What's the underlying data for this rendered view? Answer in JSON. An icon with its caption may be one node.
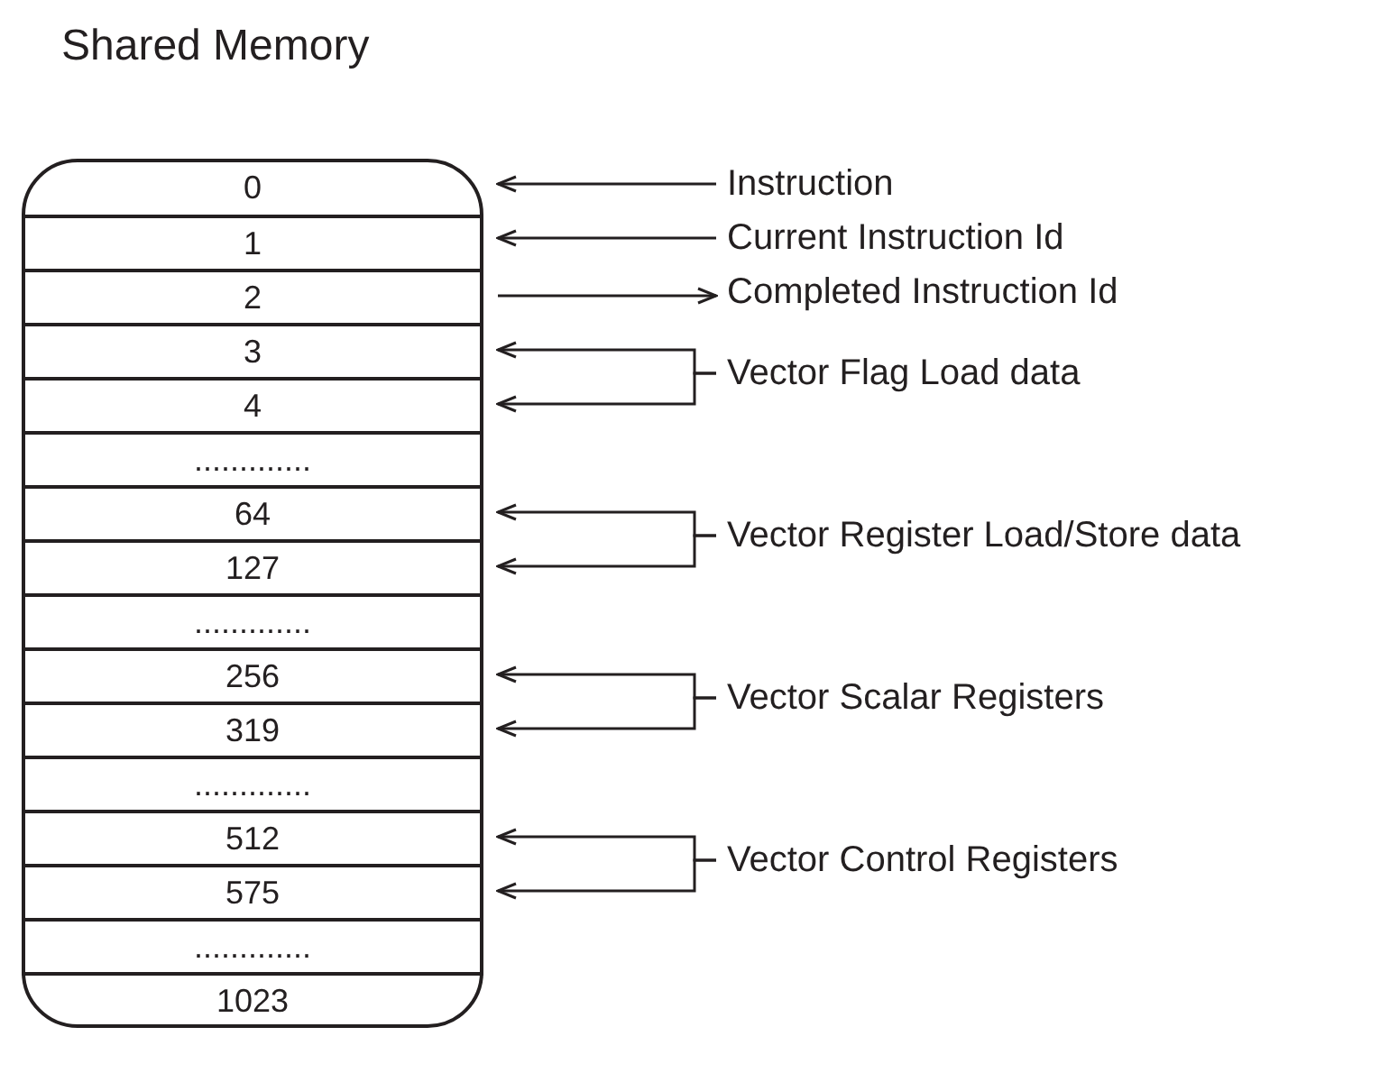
{
  "diagram": {
    "title": "Shared Memory",
    "nodes": [
      {
        "text": [],
        "shape": "box"
      },
      {
        "text": [
          "0"
        ],
        "in": 0
      },
      {
        "text": [
          "1"
        ],
        "in": 0
      },
      {
        "text": [
          "2"
        ],
        "in": 0
      },
      {
        "text": [
          "3"
        ],
        "in": 0
      },
      {
        "text": [
          "4"
        ],
        "in": 0
      },
      {
        "text": [
          "............."
        ],
        "in": 0
      },
      {
        "text": [
          "64"
        ],
        "in": 0
      },
      {
        "text": [
          "127"
        ],
        "in": 0
      },
      {
        "text": [
          "............."
        ],
        "in": 0
      },
      {
        "text": [
          "256"
        ],
        "in": 0
      },
      {
        "text": [
          "319"
        ],
        "in": 0
      },
      {
        "text": [
          "............."
        ],
        "in": 0
      },
      {
        "text": [
          "512"
        ],
        "in": 0
      },
      {
        "text": [
          "575"
        ],
        "in": 0
      },
      {
        "text": [
          "............."
        ],
        "in": 0
      },
      {
        "text": [
          "1023"
        ],
        "in": 0
      },
      {
        "text": [
          "Instruction"
        ]
      },
      {
        "text": [
          "Current Instruction Id"
        ]
      },
      {
        "text": [
          "Completed Instruction Id"
        ]
      },
      {
        "text": [
          "Vector Flag Load data"
        ]
      },
      {
        "text": [
          "Vector Register Load/Store data"
        ]
      },
      {
        "text": [
          "Vector Scalar Registers"
        ]
      },
      {
        "text": [
          "Vector Control Registers"
        ]
      }
    ],
    "edges": [
      {
        "from": 17,
        "to": 1,
        "arrow": "to"
      },
      {
        "from": 18,
        "to": 2,
        "arrow": "to"
      },
      {
        "from": 3,
        "to": 19,
        "arrow": "to"
      },
      {
        "from": 20,
        "to": 4,
        "arrow": "to"
      },
      {
        "from": 20,
        "to": 5,
        "arrow": "to"
      },
      {
        "from": 21,
        "to": 7,
        "arrow": "to"
      },
      {
        "from": 21,
        "to": 8,
        "arrow": "to"
      },
      {
        "from": 22,
        "to": 10,
        "arrow": "to"
      },
      {
        "from": 22,
        "to": 11,
        "arrow": "to"
      },
      {
        "from": 23,
        "to": 13,
        "arrow": "to"
      },
      {
        "from": 23,
        "to": 14,
        "arrow": "to"
      }
    ]
  }
}
